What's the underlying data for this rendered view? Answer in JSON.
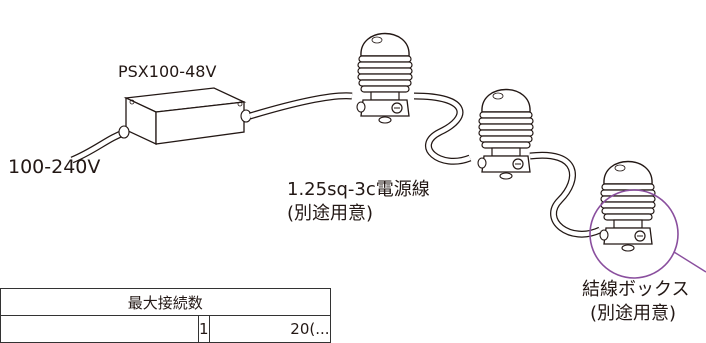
{
  "labels": {
    "power_supply_model": "PSX100-48V",
    "input_voltage": "100-240V",
    "cable_line1": "1.25sq-3c電源線",
    "cable_line2": "(別途用意)",
    "junction_box_line1": "結線ボックス",
    "junction_box_line2": "(別途用意)"
  },
  "table": {
    "header": "最大接続数",
    "row1": [
      "",
      "1",
      "20(..."
    ]
  },
  "colors": {
    "line": "#231815",
    "highlight_circle": "#8a4f9e"
  }
}
